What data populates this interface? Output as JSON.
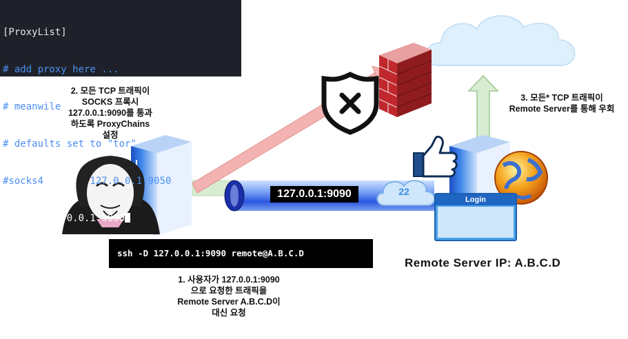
{
  "terminal": {
    "lines": [
      {
        "kind": "header",
        "text": "[ProxyList]"
      },
      {
        "kind": "comment",
        "text": "# add proxy here ..."
      },
      {
        "kind": "comment",
        "text": "# meanwile"
      },
      {
        "kind": "comment",
        "text": "# defaults set to \"tor\""
      },
      {
        "kind": "comment",
        "text": "#socks4        127.0.0.1 9050"
      },
      {
        "kind": "active",
        "text": "socks5 127.0.0.1 9090"
      }
    ]
  },
  "notes": {
    "step2": [
      "2. 모든 TCP 트래픽이",
      "SOCKS 프록시",
      "127.0.0.1:9090를 통과",
      "하도록 ProxyChains",
      "설정"
    ],
    "step3": [
      "3. 모든* TCP 트래픽이",
      "Remote Server를 통해 우회"
    ],
    "step1": [
      "1. 사용자가 127.0.0.1:9090",
      "으로 요청한 트래픽을",
      "Remote Server A.B.C.D이",
      "대신 요청"
    ]
  },
  "command": "ssh -D 127.0.0.1:9090 remote@A.B.C.D",
  "tunnel_label": "127.0.0.1:9090",
  "port_label": "22",
  "login_title": "Login",
  "remote_ip": "Remote Server IP: A.B.C.D",
  "colors": {
    "tunnel": "#2a56e0",
    "tunnel_light": "#9fc2ff",
    "blocked_arrow": "#f3b3b3",
    "up_arrow": "#d7ecd1",
    "firewall": "#c0282d",
    "cloud": "#dff0fd",
    "server": "#2f6ee0"
  },
  "icons": [
    "hacker-icon",
    "proxy-server-icon",
    "firewall-icon",
    "blocked-shield-icon",
    "cloud-icon",
    "thumbs-up-icon",
    "remote-server-icon",
    "globe-icon",
    "login-panel"
  ]
}
